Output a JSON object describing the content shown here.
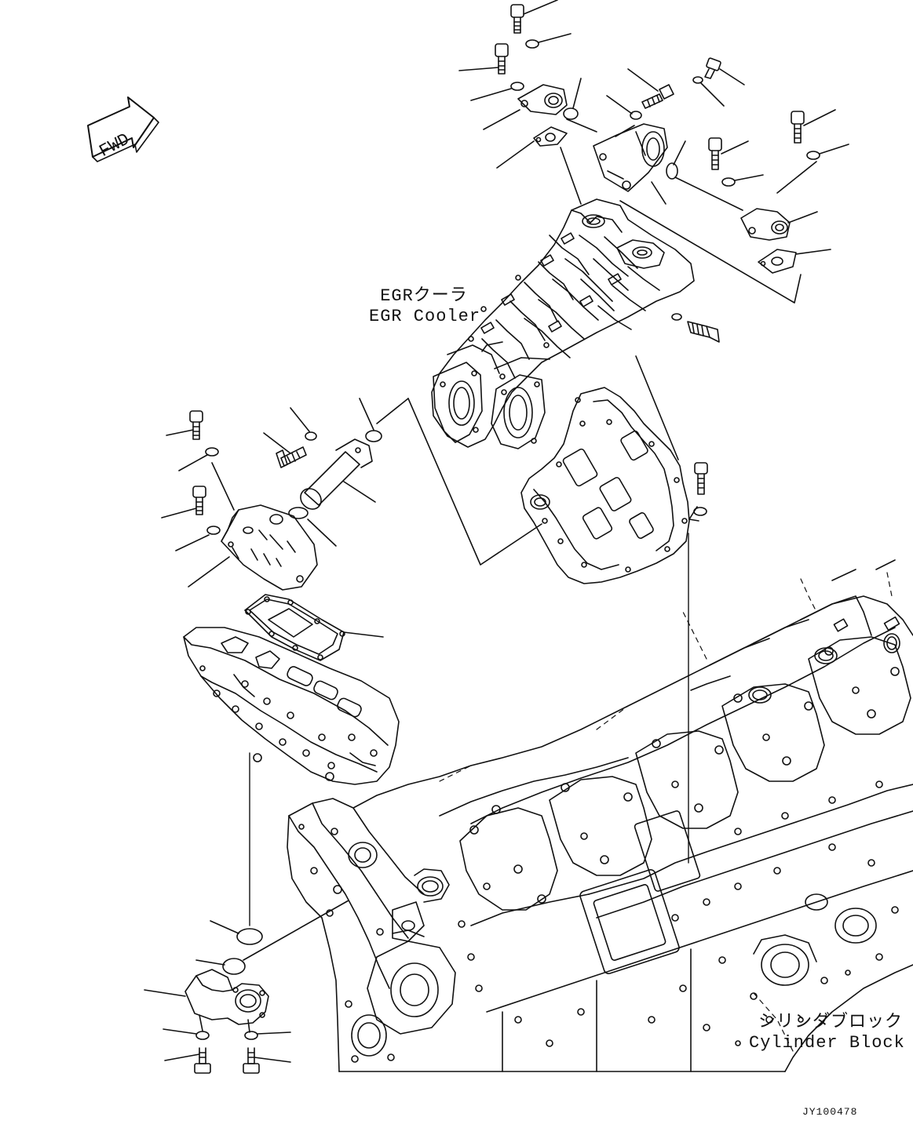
{
  "labels": {
    "egr_cooler_jp": "EGRクーラ",
    "egr_cooler_en": "EGR Cooler",
    "cylinder_block_jp": "シリンダブロック",
    "cylinder_block_en": "Cylinder Block",
    "fwd": "FWD",
    "drawing_id": "JY100478"
  },
  "colors": {
    "line": "#111111",
    "background": "#ffffff"
  }
}
